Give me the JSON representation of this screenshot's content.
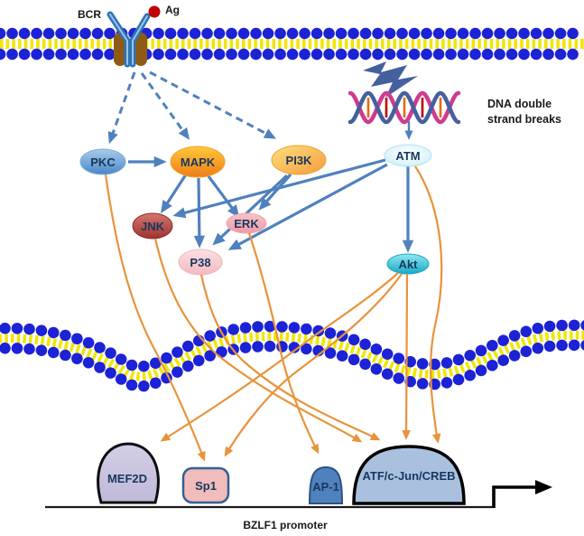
{
  "figure": {
    "type": "signaling-pathway-diagram",
    "labels": {
      "bcr": "BCR",
      "ag": "Ag",
      "dna_break_line1": "DNA double",
      "dna_break_line2": "strand breaks",
      "pkc": "PKC",
      "mapk": "MAPK",
      "pi3k": "PI3K",
      "atm": "ATM",
      "jnk": "JNK",
      "erk": "ERK",
      "p38": "P38",
      "akt": "Akt",
      "mef2d": "MEF2D",
      "sp1": "Sp1",
      "ap1": "AP-1",
      "atf_cjun_creb": "ATF/c-Jun/CREB",
      "promoter": "BZLF1  promoter"
    },
    "colors": {
      "membrane_blue": "#1c22d6",
      "membrane_yellow": "#f2e500",
      "signal_arrow_blue": "#4f81bd",
      "activation_arrow_orange": "#e8933c",
      "antigen_red": "#c00000",
      "receptor_brown": "#8f5a13",
      "lightning_blue": "#44609f",
      "dna_strand_pink": "#cf3a8e",
      "dna_strand_blue": "#44609f",
      "node_fills": {
        "pkc": "#5d9bd3",
        "mapk": "#f9940f",
        "pi3k": "#f8b64c",
        "atm": "#cfeef7",
        "jnk": "#b04240",
        "erk": "#f2a7b0",
        "p38": "#f7ccd2",
        "akt": "#35c7d8",
        "mef2d": "#c8c2de",
        "sp1": "#f0bcbc",
        "ap1": "#4f81bd",
        "atf": "#a9c1de"
      }
    },
    "connections": {
      "dashed_from_receptor": [
        [
          "BCR",
          "PKC"
        ],
        [
          "BCR",
          "MAPK"
        ],
        [
          "BCR",
          "PI3K"
        ]
      ],
      "solid_blue": [
        [
          "DNA double strand breaks",
          "ATM"
        ],
        [
          "PKC",
          "MAPK"
        ],
        [
          "MAPK",
          "JNK"
        ],
        [
          "MAPK",
          "P38"
        ],
        [
          "MAPK",
          "ERK"
        ],
        [
          "PI3K",
          "ERK"
        ],
        [
          "PI3K",
          "P38"
        ],
        [
          "ATM",
          "JNK"
        ],
        [
          "ATM",
          "P38"
        ],
        [
          "ATM",
          "Akt"
        ]
      ],
      "orange_to_promoter_factors": [
        [
          "PKC",
          "Sp1"
        ],
        [
          "JNK",
          "ATF/c-Jun/CREB"
        ],
        [
          "P38",
          "ATF/c-Jun/CREB"
        ],
        [
          "ERK",
          "AP-1"
        ],
        [
          "ATM",
          "ATF/c-Jun/CREB"
        ],
        [
          "Akt",
          "ATF/c-Jun/CREB"
        ],
        [
          "Akt",
          "MEF2D"
        ],
        [
          "Akt",
          "Sp1"
        ]
      ]
    }
  }
}
